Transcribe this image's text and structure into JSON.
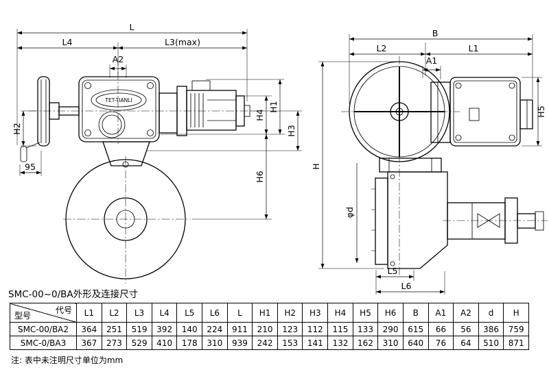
{
  "drawing": {
    "title": "SMC-00~0/BA外形及连接尺寸",
    "brand": "TET-TIANLI",
    "dims": {
      "L": "L",
      "L4": "L4",
      "L3max": "L3(max)",
      "A2": "A2",
      "H2": "H2",
      "n95": "95",
      "H1": "H1",
      "H4": "H4",
      "H3": "H3",
      "H6": "H6",
      "B": "B",
      "L2": "L2",
      "L1": "L1",
      "A1": "A1",
      "H5": "H5",
      "H": "H",
      "phid": "φd",
      "L5": "L5",
      "L6": "L6"
    }
  },
  "table": {
    "corner": {
      "top": "代号",
      "bottom": "型号"
    },
    "columns": [
      "L1",
      "L2",
      "L3",
      "L4",
      "L5",
      "L6",
      "L",
      "H1",
      "H2",
      "H3",
      "H4",
      "H5",
      "H6",
      "B",
      "A1",
      "A2",
      "d",
      "H"
    ],
    "rows": [
      {
        "model": "SMC-00/BA2",
        "values": [
          "364",
          "251",
          "519",
          "392",
          "140",
          "224",
          "911",
          "210",
          "123",
          "112",
          "115",
          "133",
          "290",
          "615",
          "66",
          "56",
          "386",
          "759"
        ]
      },
      {
        "model": "SMC-0/BA3",
        "values": [
          "367",
          "273",
          "529",
          "410",
          "178",
          "310",
          "939",
          "242",
          "153",
          "141",
          "132",
          "162",
          "310",
          "640",
          "76",
          "64",
          "510",
          "871"
        ]
      }
    ]
  },
  "note": "注: 表中未注明尺寸单位为mm"
}
